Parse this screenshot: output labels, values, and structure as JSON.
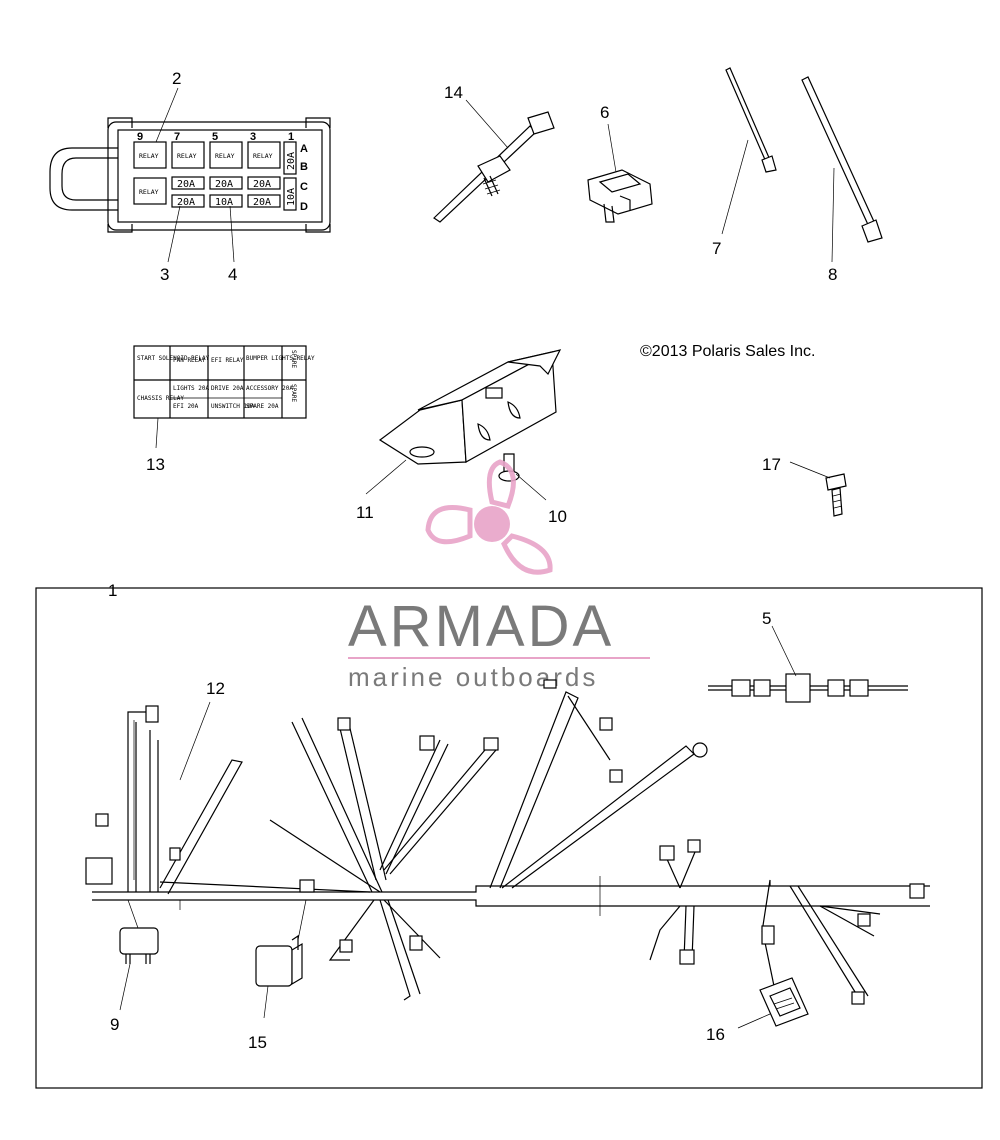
{
  "callouts": {
    "c1": "1",
    "c2": "2",
    "c3": "3",
    "c4": "4",
    "c5": "5",
    "c6": "6",
    "c7": "7",
    "c8": "8",
    "c9": "9",
    "c10": "10",
    "c11": "11",
    "c12": "12",
    "c13": "13",
    "c14": "14",
    "c15": "15",
    "c16": "16",
    "c17": "17"
  },
  "copyright": "©2013 Polaris Sales Inc.",
  "watermark": {
    "brand": "ARMADA",
    "tagline": "marine outboards",
    "color": "#e8a4c8"
  },
  "fuse_box": {
    "slots": [
      "9",
      "7",
      "5",
      "3",
      "1"
    ],
    "rows": [
      "A",
      "B",
      "C",
      "D"
    ],
    "relay_label": "RELAY",
    "fuses_row1": [
      "20A",
      "20A",
      "20A"
    ],
    "fuses_row2": [
      "20A",
      "10A",
      "20A"
    ],
    "side_fuses": [
      "20A",
      "10A"
    ]
  },
  "decal": {
    "cells": {
      "r1c1": "START SOLENOID RELAY",
      "r1c2": "FAN RELAY",
      "r1c3": "EFI RELAY",
      "r1c4": "BUMPER LIGHTS RELAY",
      "r1c5": "SPARE",
      "r2c1": "CHASSIS RELAY",
      "r2c2a": "LIGHTS 20A",
      "r2c3a": "DRIVE 20A",
      "r2c4a": "ACCESSORY 20A",
      "r2c2b": "EFI 20A",
      "r2c3b": "UNSWITCH 10A",
      "r2c4b": "SPARE 20A",
      "r2c5": "SPARE"
    }
  }
}
